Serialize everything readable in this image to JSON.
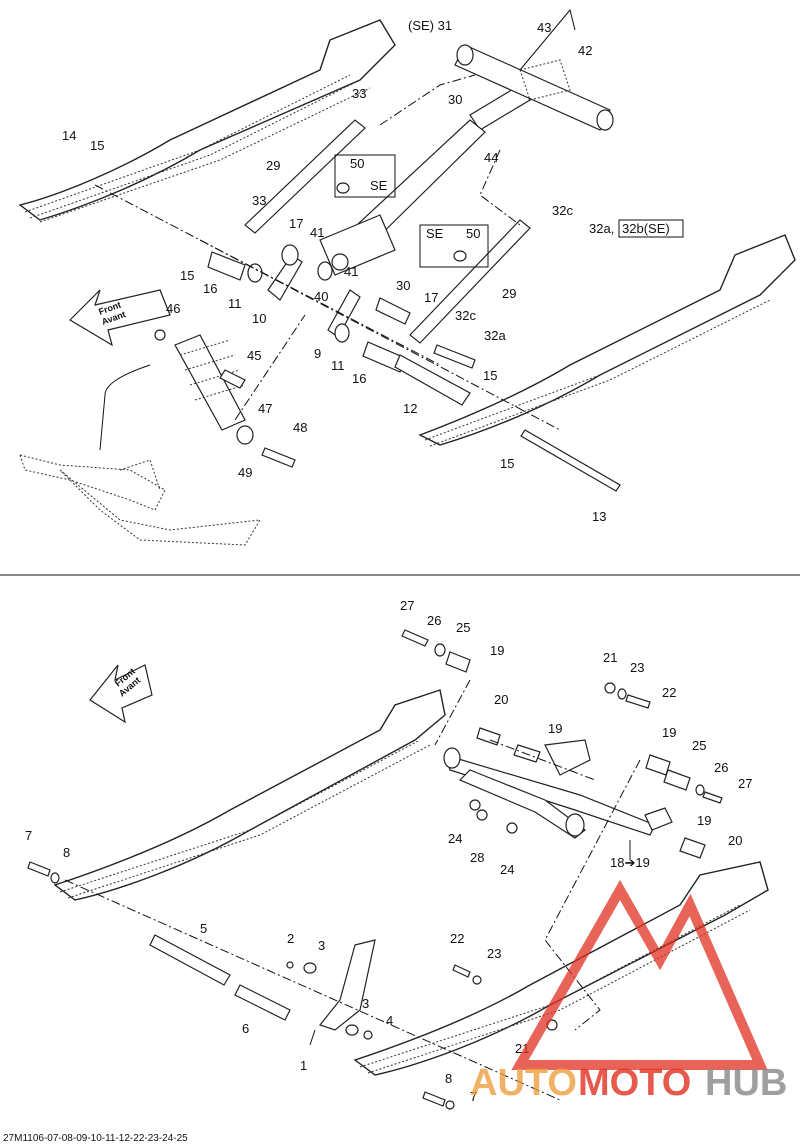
{
  "top_section": {
    "labels": [
      "(SE) 31",
      "43",
      "42",
      "33",
      "30",
      "44",
      "14",
      "15",
      "29",
      "50",
      "SE",
      "33",
      "17",
      "41",
      "15",
      "16",
      "11",
      "10",
      "40",
      "41",
      "SE",
      "50",
      "32c",
      "32a,",
      "32b(SE)",
      "30",
      "17",
      "29",
      "32c",
      "32a",
      "9",
      "11",
      "16",
      "15",
      "12",
      "15",
      "13",
      "46",
      "45",
      "47",
      "48",
      "49"
    ],
    "front_arrow": {
      "line1": "Front",
      "line2": "Avant"
    }
  },
  "bottom_section": {
    "labels": [
      "27",
      "26",
      "25",
      "19",
      "21",
      "23",
      "22",
      "20",
      "19",
      "19",
      "25",
      "26",
      "27",
      "24",
      "28",
      "24",
      "19",
      "20",
      "18➔19",
      "7",
      "8",
      "5",
      "2",
      "3",
      "3",
      "4",
      "6",
      "1",
      "22",
      "23",
      "21",
      "8",
      "7"
    ],
    "front_arrow": {
      "line1": "Front",
      "line2": "Avant"
    }
  },
  "reference_code": "27M1106-07-08-09-10-11-12-22-23-24-25",
  "watermark": {
    "part1": "AUTO",
    "part2": "MOTO",
    "part3": "HUB",
    "color_red": "#e03020",
    "color_orange": "#f0a040",
    "color_grey": "#888888"
  }
}
